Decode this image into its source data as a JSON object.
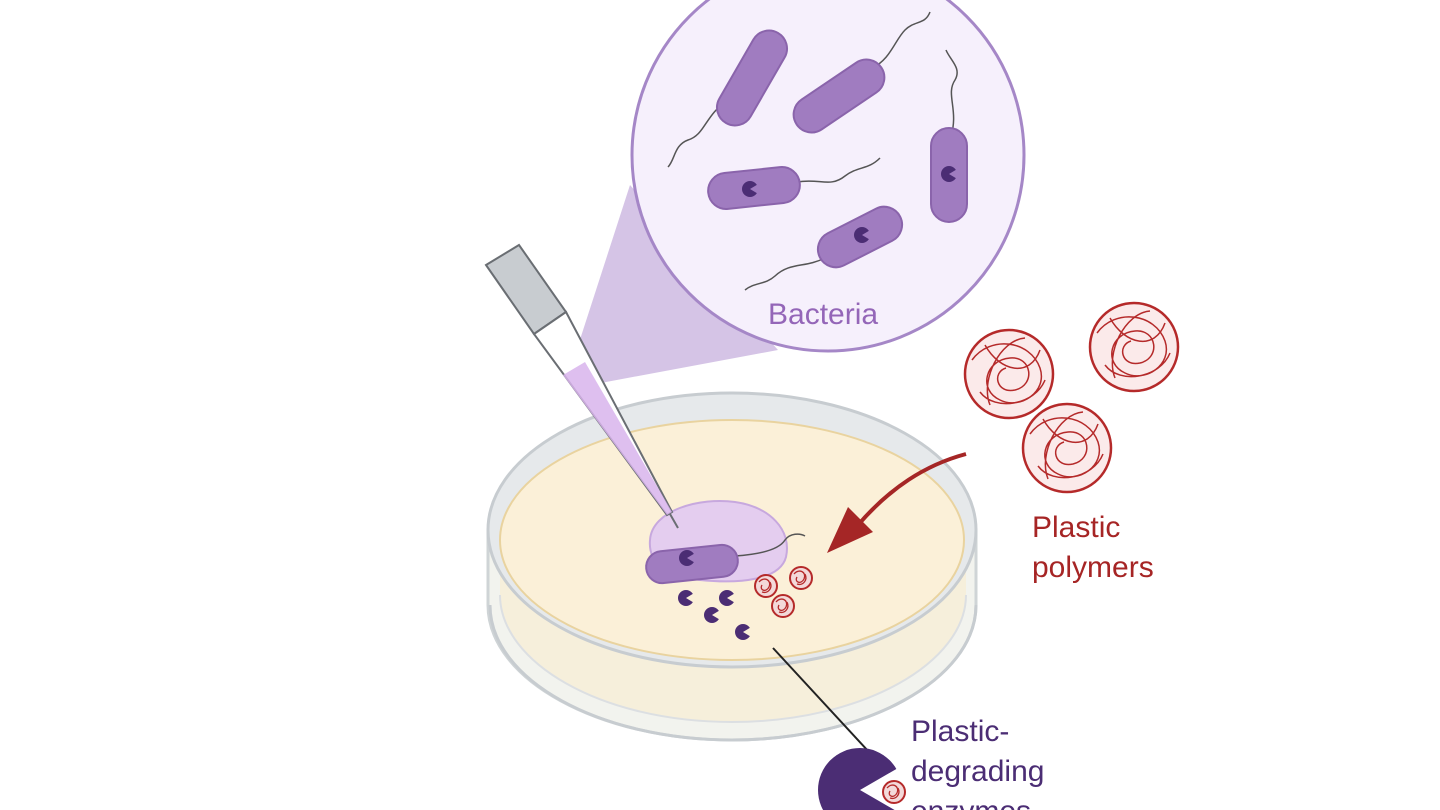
{
  "labels": {
    "bacteria": "Bacteria",
    "plastic": [
      "Plastic",
      "polymers"
    ],
    "enzymes": [
      "Plastic-",
      "degrading",
      "enzymes"
    ]
  },
  "colors": {
    "bacteria_fill": "#a07cc0",
    "bacteria_dark": "#8a64ab",
    "bacteria_text": "#9466b8",
    "zoom_fill": "#f6f0fc",
    "zoom_stroke": "#a587c7",
    "zoom_cone": "#d5c4e6",
    "enzyme": "#4b2d74",
    "plastic": "#b52a2a",
    "plastic_text": "#a62525",
    "arrow": "#a52626",
    "agar": "#fbf0d8",
    "dish_rim": "#d9dde0",
    "dish_wall": "#f2f3ee",
    "pipette_tip": "#c8ccd0",
    "pipette_liquid": "#d8b4ec"
  },
  "icons": [
    "bacterium-icon",
    "enzyme-icon",
    "plastic-polymer-icon",
    "pipette-icon",
    "petri-dish-icon",
    "arrow-icon"
  ]
}
